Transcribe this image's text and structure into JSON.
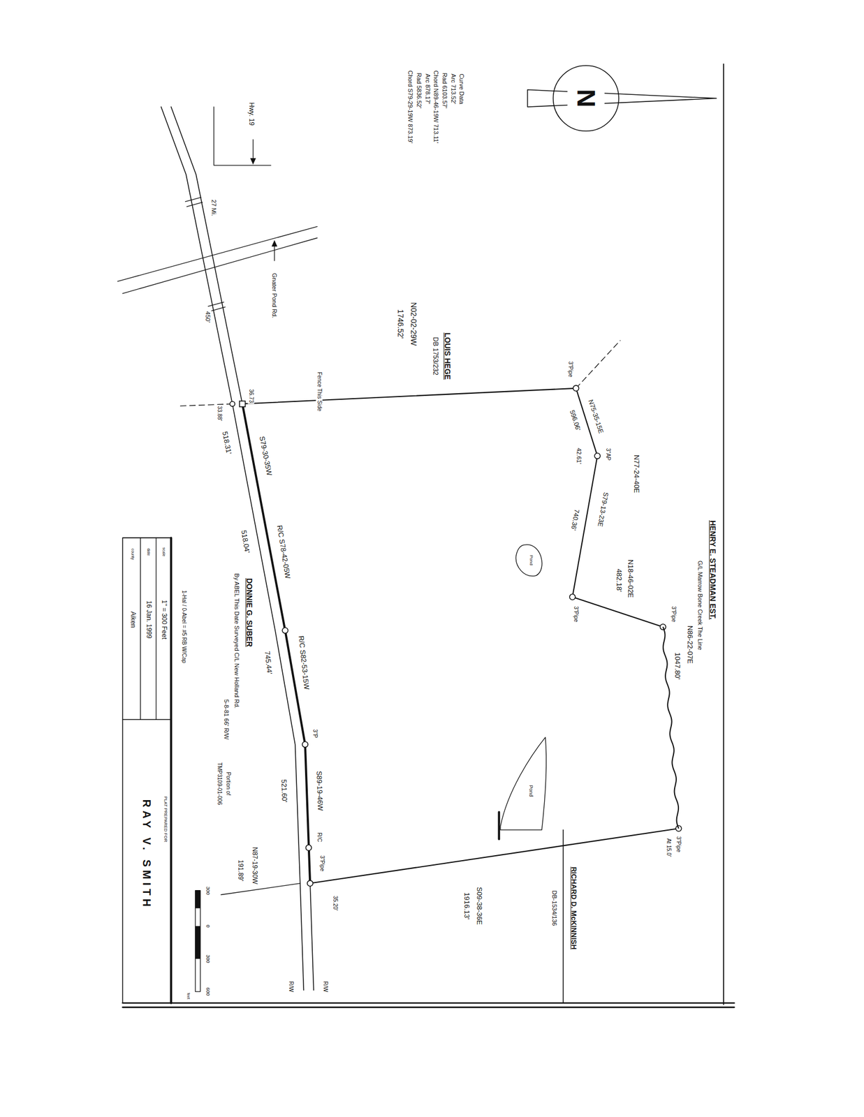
{
  "diagram": {
    "labels": [
      "N",
      "Curve Data",
      "Arc 713.52'",
      "Rad 6103.57'",
      "Chord N89-46-19W 713.11'",
      "Arc 878.17'",
      "Rad 5836.52'",
      "Chord S79-29-19W 873.19'",
      "Hwy. 19",
      "27 Mi.",
      "Gnater Pond Rd.",
      "450'",
      "LOUIS HEGE",
      "DB 1753/232",
      "N02-02-29W",
      "1746.52'",
      "Fence This Side",
      "36.73",
      "33.88'",
      "S79-30-35W",
      "518.31'",
      "R/C S78-42-05W",
      "518.04'",
      "R/C S82-53-15W",
      "745.44'",
      "3\"P",
      "S89-19-46W",
      "521.60'",
      "R/C",
      "N87-19-30W",
      "191.89'",
      "35.20'",
      "3\"Pipe",
      "R/W",
      "R/W",
      "DONNIE G. SUBER",
      "By ABEL This Date Surveyed C/L New Holland Rd.",
      "5-8-81 66' R/W",
      "HENRY E. STEADMAN EST.",
      "G/L Marrow Bone Creek The Line",
      "N86-22-07E",
      "1047.80'",
      "3\"Pipe",
      "N18-46-02E",
      "482.18'",
      "3\"Pipe",
      "Pond",
      "N77-24-40E",
      "N75-35-15E",
      "596.06'",
      "42.61'",
      "3\"AP",
      "S79-13-23E",
      "740.36'",
      "3\"Pipe",
      "Pond",
      "RICHARD D. McKINNISH",
      "DB-1534/136",
      "S09-38-36E",
      "1916.13'",
      "3\"Pipe",
      "At 15.0'",
      "Portion of",
      "TMP3109-01-006",
      "1-Hal / 0-Abel = #5 RB W/Cap",
      "scale",
      "1\" = 300 Feet",
      "date",
      "16 Jan. 1999",
      "county",
      "Aiken",
      "PLAT PREPARED FOR",
      "RAY V. SMITH",
      "300",
      "0",
      "300",
      "600",
      "feet"
    ]
  }
}
